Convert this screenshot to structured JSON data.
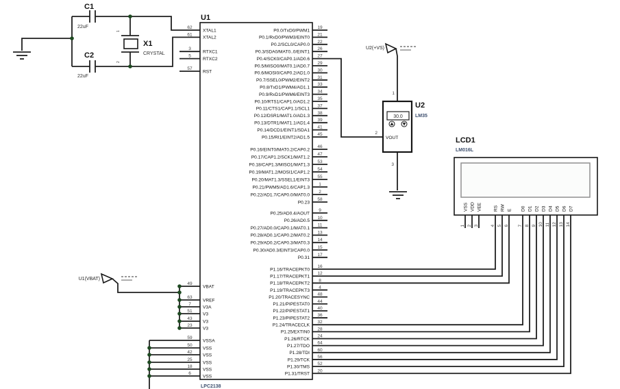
{
  "colors": {
    "background": "#ffffff",
    "wire": "#1f1f1f",
    "junction_dot": "#1e4a21",
    "reference_text": "#121212",
    "model_text": "#3d4f6e",
    "lcd_screen_border": "#8f8f8f"
  },
  "power_flags": {
    "u1_vbat": "U1(VBAT)",
    "u2_vs": "U2(+VS)"
  },
  "components": {
    "c1": {
      "ref": "C1",
      "value": "22uF"
    },
    "c2": {
      "ref": "C2",
      "value": "22uF"
    },
    "x1": {
      "ref": "X1",
      "value": "CRYSTAL",
      "pin1_num": "1",
      "pin2_num": "2"
    },
    "u2": {
      "ref": "U2",
      "model": "LM35",
      "display_value": "30.0",
      "pin1_num": "1",
      "pin2_num": "2",
      "pin3_num": "3",
      "vout_label": "VOUT"
    },
    "lcd1": {
      "ref": "LCD1",
      "model": "LM016L",
      "pins": [
        {
          "num": "1",
          "label": "VSS"
        },
        {
          "num": "2",
          "label": "VDD"
        },
        {
          "num": "3",
          "label": "VEE"
        },
        {
          "num": "4",
          "label": "RS"
        },
        {
          "num": "5",
          "label": "RW"
        },
        {
          "num": "6",
          "label": "E"
        },
        {
          "num": "7",
          "label": "D0"
        },
        {
          "num": "8",
          "label": "D1"
        },
        {
          "num": "9",
          "label": "D2"
        },
        {
          "num": "10",
          "label": "D3"
        },
        {
          "num": "11",
          "label": "D4"
        },
        {
          "num": "12",
          "label": "D5"
        },
        {
          "num": "13",
          "label": "D6"
        },
        {
          "num": "14",
          "label": "D7"
        }
      ]
    },
    "u1": {
      "ref": "U1",
      "model": "LPC2138",
      "left_pins": [
        {
          "num": "62",
          "label": "XTAL1"
        },
        {
          "num": "61",
          "label": "XTAL2"
        },
        {
          "num": "3",
          "label": "RTXC1"
        },
        {
          "num": "5",
          "label": "RTXC2"
        },
        {
          "num": "57",
          "label": "RST"
        },
        {
          "num": "49",
          "label": "VBAT"
        },
        {
          "num": "63",
          "label": "VREF"
        },
        {
          "num": "7",
          "label": "V3A"
        },
        {
          "num": "51",
          "label": "V3"
        },
        {
          "num": "43",
          "label": "V3"
        },
        {
          "num": "23",
          "label": "V3"
        },
        {
          "num": "59",
          "label": "VSSA"
        },
        {
          "num": "50",
          "label": "VSS"
        },
        {
          "num": "42",
          "label": "VSS"
        },
        {
          "num": "25",
          "label": "VSS"
        },
        {
          "num": "18",
          "label": "VSS"
        },
        {
          "num": "6",
          "label": "VSS"
        }
      ],
      "right_pins": [
        {
          "num": "19",
          "label": "P0.0/TxD0/PWM1"
        },
        {
          "num": "21",
          "label": "P0.1/RxD0/PWM3/EINT0"
        },
        {
          "num": "22",
          "label": "P0.2/SCL0/CAP0.0"
        },
        {
          "num": "26",
          "label": "P0.3/SDA0/MAT0..0/EINT1"
        },
        {
          "num": "27",
          "label": "P0.4/SCK0/CAP0.1/AD0.6"
        },
        {
          "num": "29",
          "label": "P0.5/MISO0/MAT0.1/AD0.7"
        },
        {
          "num": "30",
          "label": "P0.6/MOSI0/CAP0.2/AD1.0"
        },
        {
          "num": "31",
          "label": "P0.7/SSEL0/PWM2/EINT2"
        },
        {
          "num": "33",
          "label": "P0.8/TxD1/PWM4/AD1.1"
        },
        {
          "num": "34",
          "label": "P0.9/RxD1/PWM6/EINT3"
        },
        {
          "num": "35",
          "label": "P0.10/RTS1/CAP1.0/AD1.2"
        },
        {
          "num": "37",
          "label": "P0.11/CTS1/CAP1.1/SCL1"
        },
        {
          "num": "38",
          "label": "P0.12/DSR1/MAT1.0/AD1.3"
        },
        {
          "num": "39",
          "label": "P0.13/DTR1/MAT1.1/AD1.4"
        },
        {
          "num": "41",
          "label": "P0.14/DCD1/EINT1/SDA1"
        },
        {
          "num": "45",
          "label": "P0.15/RI1/EINT2/AD1.5"
        },
        {
          "num": "46",
          "label": "P0.16/EINT0/MAT0.2/CAP0.2"
        },
        {
          "num": "47",
          "label": "P0.17/CAP1.2/SCK1/MAT1.2"
        },
        {
          "num": "53",
          "label": "P0.18/CAP1.3/MISO1/MAT1.3"
        },
        {
          "num": "54",
          "label": "P0.19/MAT1.2/MOSI1/CAP1.2"
        },
        {
          "num": "55",
          "label": "P0.20/MAT1.3/SSEL1/EINT3"
        },
        {
          "num": "1",
          "label": "P0.21/PWM5/AD1.6/CAP1.3"
        },
        {
          "num": "2",
          "label": "P0.22/AD1.7/CAP0.0/MAT0.0"
        },
        {
          "num": "58",
          "label": "P0.23"
        },
        {
          "num": "9",
          "label": "P0.25/AD0.4/AOUT"
        },
        {
          "num": "10",
          "label": "P0.26/AD0.5"
        },
        {
          "num": "11",
          "label": "P0.27/AD0.0/CAP0.1/MAT0.1"
        },
        {
          "num": "13",
          "label": "P0.28/AD0.1/CAP0.2/MAT0.2"
        },
        {
          "num": "14",
          "label": "P0.29/AD0.2/CAP0.3/MAT0.3"
        },
        {
          "num": "15",
          "label": "P0.30/AD0.3/EINT3/CAP0.0"
        },
        {
          "num": "17",
          "label": "P0.31"
        },
        {
          "num": "16",
          "label": "P1.16/TRACEPKT0"
        },
        {
          "num": "12",
          "label": "P1.17/TRACEPKT1"
        },
        {
          "num": "8",
          "label": "P1.18/TRACEPKT2"
        },
        {
          "num": "4",
          "label": "P1.19/TRACEPKT3"
        },
        {
          "num": "48",
          "label": "P1.20/TRACESYNC"
        },
        {
          "num": "44",
          "label": "P1.21/PIPESTAT0"
        },
        {
          "num": "40",
          "label": "P1.22/PIPESTAT1"
        },
        {
          "num": "36",
          "label": "P1.23/PIPESTAT2"
        },
        {
          "num": "32",
          "label": "P1.24/TRACECLK"
        },
        {
          "num": "28",
          "label": "P1.25/EXTIN0"
        },
        {
          "num": "24",
          "label": "P1.26/RTCK"
        },
        {
          "num": "64",
          "label": "P1.27/TDO"
        },
        {
          "num": "60",
          "label": "P1.28/TDI"
        },
        {
          "num": "56",
          "label": "P1.29/TCK"
        },
        {
          "num": "52",
          "label": "P1.30/TMS"
        },
        {
          "num": "20",
          "label": "P1.31/TRST"
        }
      ]
    }
  }
}
